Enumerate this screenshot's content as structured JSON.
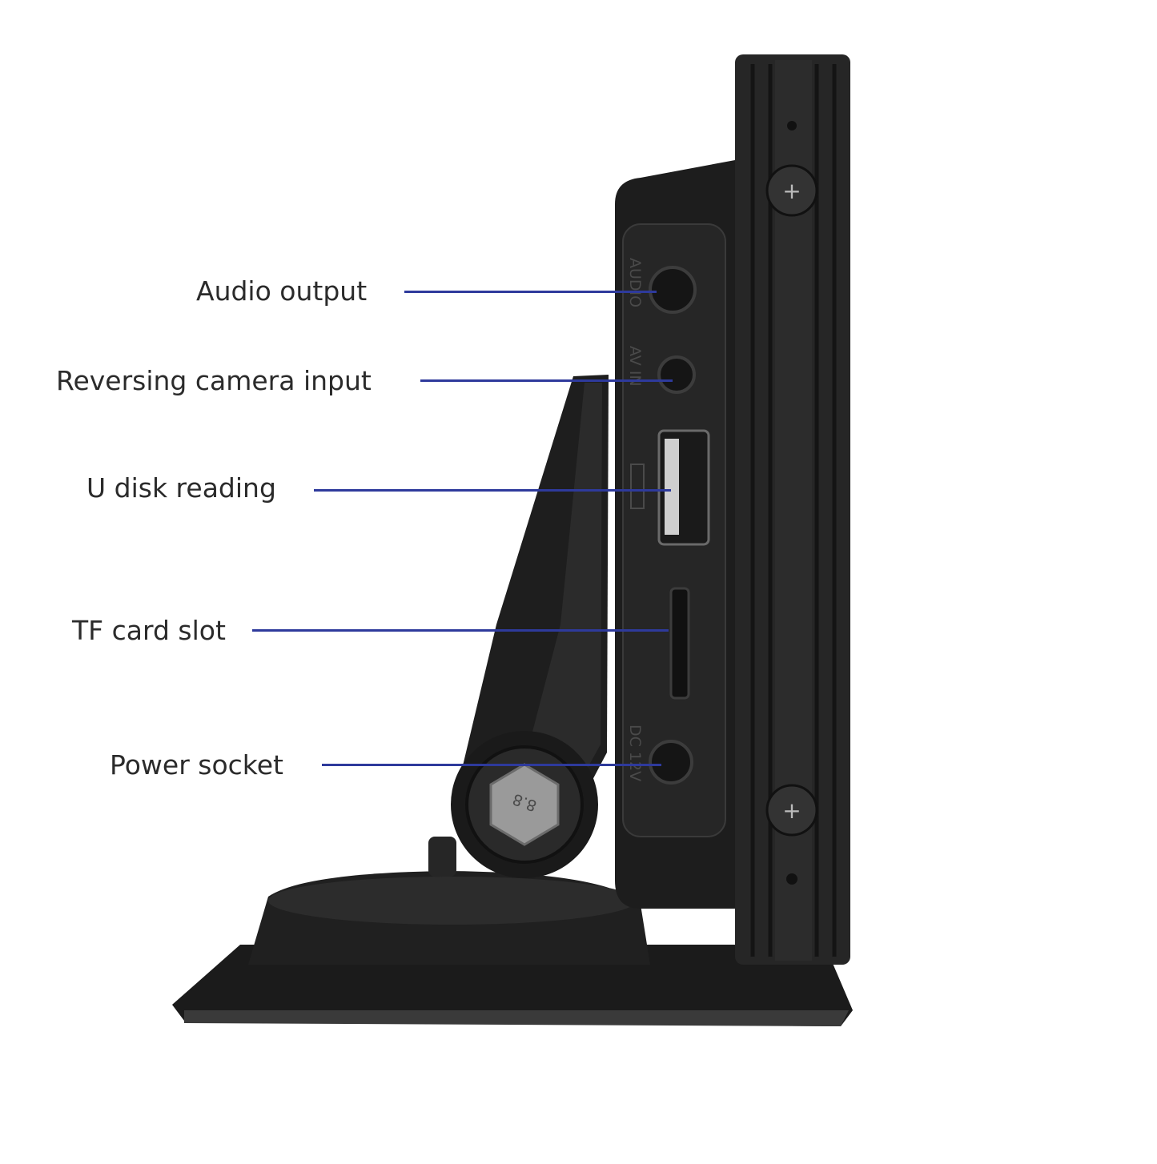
{
  "callouts": [
    {
      "id": "audio-output",
      "label": "Audio output"
    },
    {
      "id": "reversing-camera-input",
      "label": "Reversing camera input"
    },
    {
      "id": "u-disk-reading",
      "label": "U disk reading"
    },
    {
      "id": "tf-card-slot",
      "label": "TF card slot"
    },
    {
      "id": "power-socket",
      "label": "Power socket"
    }
  ],
  "device_markings": {
    "audio": "AUDIO",
    "av_in": "AV IN",
    "dc": "DC 12V",
    "bolt": "8.8"
  },
  "colors": {
    "leader_line": "#2e3a9c",
    "label_text": "#2b2b2b",
    "device_body": "#1f1f1f"
  }
}
